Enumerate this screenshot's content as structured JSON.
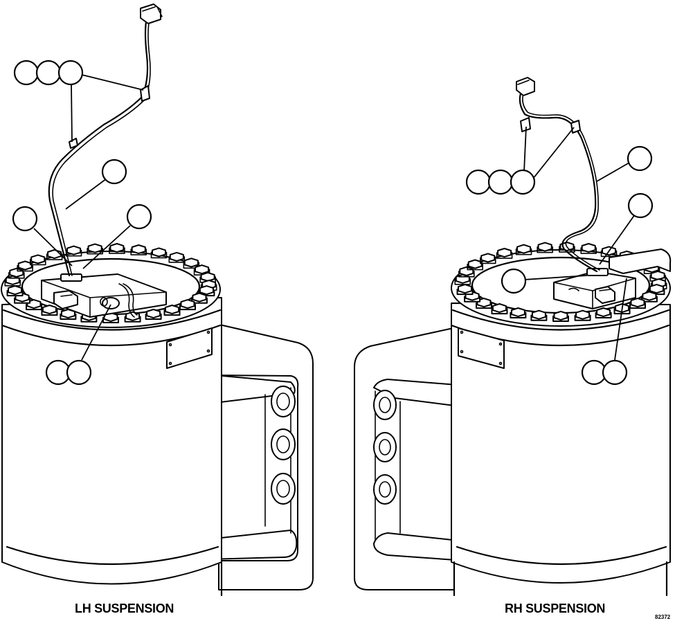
{
  "captions": {
    "lh": "LH SUSPENSION",
    "rh": "RH SUSPENSION"
  },
  "figure_number": "82372"
}
